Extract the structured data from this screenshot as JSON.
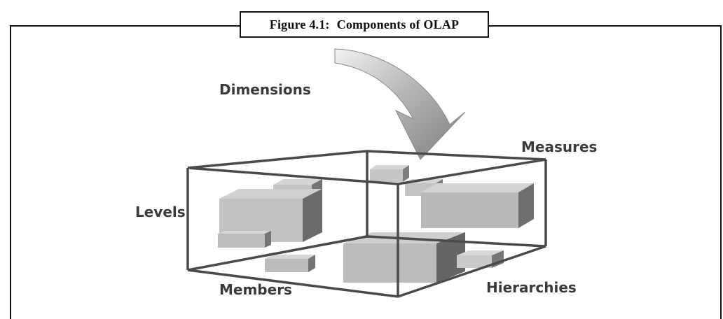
{
  "figure": {
    "caption_label": "Figure 4.1:",
    "caption_title": "Components of OLAP"
  },
  "diagram": {
    "labels": {
      "dimensions": "Dimensions",
      "measures": "Measures",
      "levels": "Levels",
      "members": "Members",
      "hierarchies": "Hierarchies"
    }
  }
}
